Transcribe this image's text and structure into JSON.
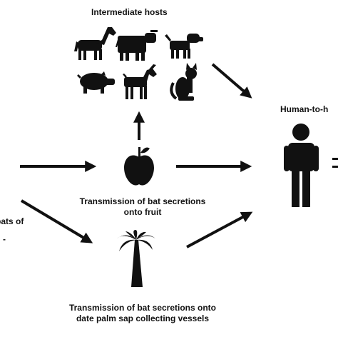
{
  "labels": {
    "intermediate_hosts": "Intermediate hosts",
    "human_to_human": "Human-to-h",
    "fruit_line1": "Transmission of bat secretions",
    "fruit_line2": "onto fruit",
    "palm_line1": "Transmission of bat secretions onto",
    "palm_line2": "date palm sap collecting vessels",
    "bats_partial": "bats of",
    "bats_partial2": "-"
  },
  "colors": {
    "ink": "#111111",
    "background": "#ffffff"
  },
  "icons": [
    "horse-icon",
    "cow-icon",
    "dog-icon",
    "pig-icon",
    "goat-icon",
    "cat-icon",
    "apple-icon",
    "palm-tree-icon",
    "human-icon"
  ]
}
